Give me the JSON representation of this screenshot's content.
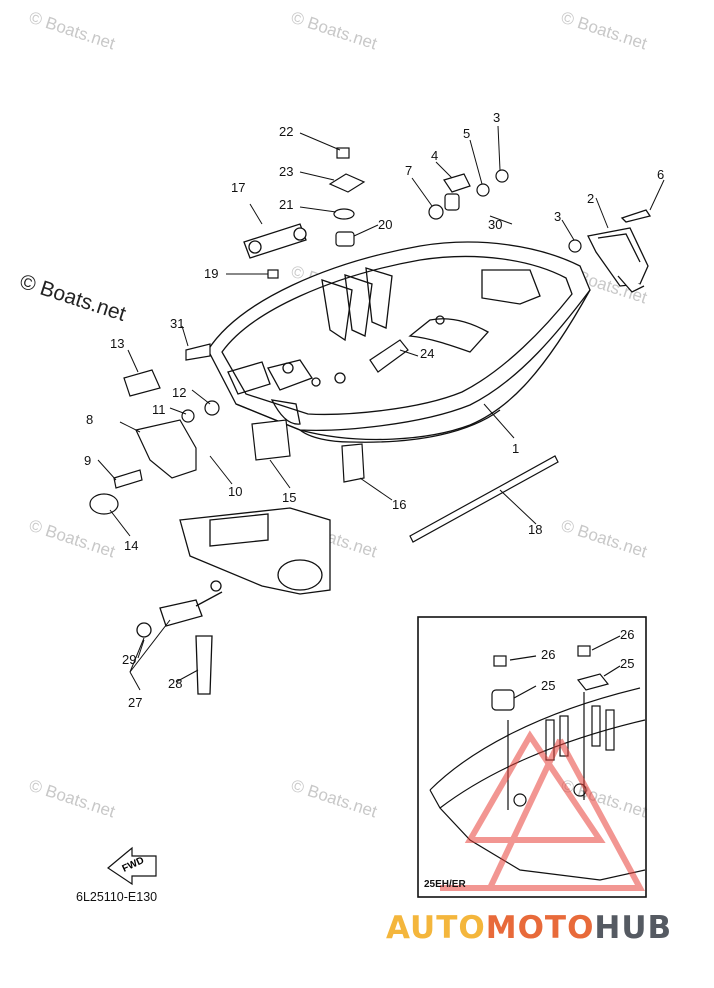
{
  "watermark": {
    "text": "© Boats.net"
  },
  "big_watermark": "© Boats.net",
  "part_code": "6L25110-E130",
  "fwd_label": "FWD",
  "inset_label": "25EH/ER",
  "brand": {
    "part1": "AUTO",
    "part2": "MOTO",
    "part3": "HUB"
  },
  "callouts": [
    "1",
    "2",
    "3",
    "3",
    "4",
    "5",
    "6",
    "7",
    "8",
    "9",
    "10",
    "11",
    "12",
    "13",
    "14",
    "15",
    "16",
    "17",
    "18",
    "19",
    "20",
    "21",
    "22",
    "23",
    "24",
    "25",
    "25",
    "26",
    "26",
    "27",
    "28",
    "29",
    "30",
    "31"
  ]
}
